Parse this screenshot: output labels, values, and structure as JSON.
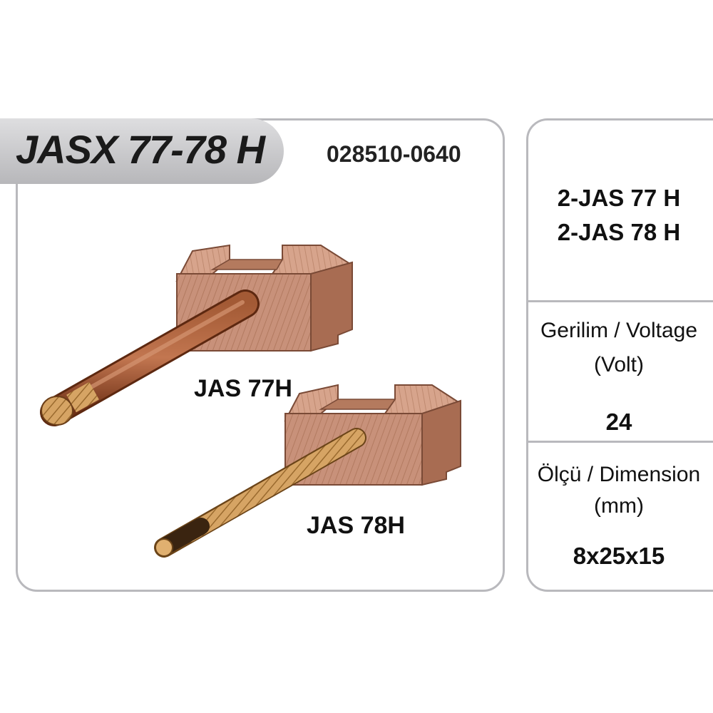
{
  "product": {
    "title": "JASX 77-78 H",
    "code": "028510-0640"
  },
  "figure": {
    "label_77": "JAS 77H",
    "label_78": "JAS 78H"
  },
  "specs": {
    "models": [
      "2-JAS 77 H",
      "2-JAS 78 H"
    ],
    "voltage_label_1": "Gerilim / Voltage",
    "voltage_label_2": "(Volt)",
    "voltage_value": "24",
    "dimension_label_1": "Ölçü / Dimension",
    "dimension_label_2": "(mm)",
    "dimension_value": "8x25x15"
  },
  "colors": {
    "brush": "#c28a6c",
    "border": "#b9b9bd"
  }
}
